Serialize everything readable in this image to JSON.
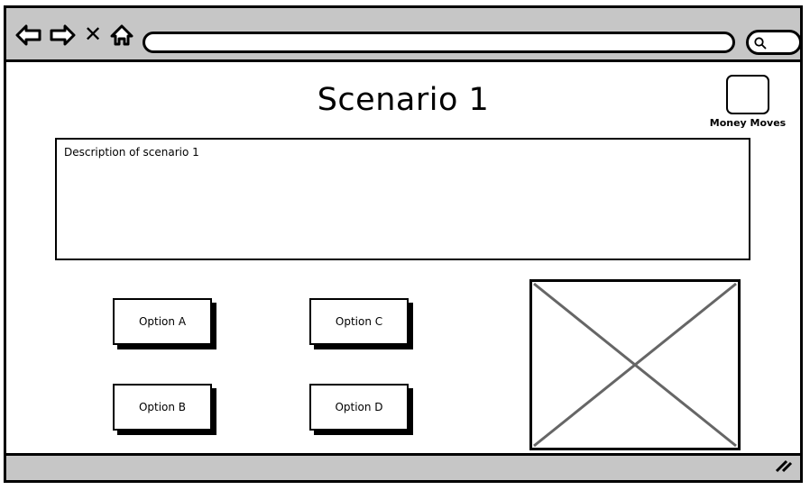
{
  "browser": {
    "nav": {
      "back_icon": "back-arrow-icon",
      "forward_icon": "forward-arrow-icon",
      "close_icon": "close-x-icon",
      "close_label": "✕",
      "home_icon": "home-icon"
    },
    "url_bar": {
      "value": "",
      "placeholder": ""
    },
    "search": {
      "value": "",
      "placeholder": "",
      "icon": "search-icon"
    },
    "status_bar": {
      "text": "",
      "grip_icon": "resize-grip-icon"
    }
  },
  "page": {
    "title": "Scenario 1",
    "logo": {
      "icon": "logo-placeholder-icon",
      "caption": "Money Moves"
    },
    "description": {
      "text": "Description of scenario 1"
    },
    "options": [
      {
        "label": "Option A"
      },
      {
        "label": "Option C"
      },
      {
        "label": "Option B"
      },
      {
        "label": "Option D"
      }
    ],
    "image_placeholder": {
      "icon": "image-placeholder-icon",
      "alt": ""
    }
  },
  "colors": {
    "chrome": "#c6c6c6",
    "outline": "#000000",
    "canvas": "#ffffff",
    "placeholder_cross": "#666666"
  }
}
